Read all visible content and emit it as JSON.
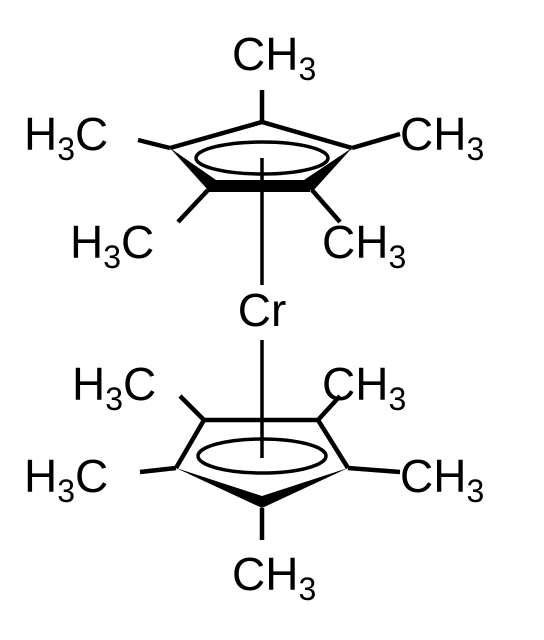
{
  "molecule": {
    "metal": "Cr",
    "top_ring": {
      "methyl_top": {
        "c": "CH",
        "n": "3"
      },
      "methyl_left": {
        "h": "H",
        "n": "3",
        "c": "C"
      },
      "methyl_right": {
        "c": "CH",
        "n": "3"
      },
      "methyl_bottom_left": {
        "h": "H",
        "n": "3",
        "c": "C"
      },
      "methyl_bottom_right": {
        "c": "CH",
        "n": "3"
      }
    },
    "bottom_ring": {
      "methyl_top_left": {
        "h": "H",
        "n": "3",
        "c": "C"
      },
      "methyl_top_right": {
        "c": "CH",
        "n": "3"
      },
      "methyl_left": {
        "h": "H",
        "n": "3",
        "c": "C"
      },
      "methyl_right": {
        "c": "CH",
        "n": "3"
      },
      "methyl_bottom": {
        "c": "CH",
        "n": "3"
      }
    }
  }
}
